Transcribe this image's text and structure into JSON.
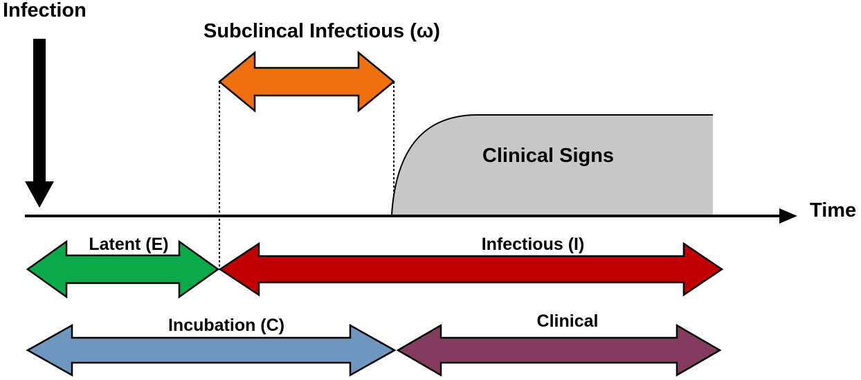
{
  "labels": {
    "infection": "Infection",
    "subclinical": "Subclincal Infectious (ω)",
    "clinical_signs": "Clinical Signs",
    "time": "Time",
    "latent": "Latent (E)",
    "infectious": "Infectious  (I)",
    "incubation": "Incubation (C)",
    "clinical": "Clinical"
  },
  "colors": {
    "subclinical_arrow": "#f07010",
    "latent_arrow": "#0aaa4a",
    "infectious_arrow": "#c00000",
    "incubation_arrow": "#6f96bf",
    "clinical_arrow": "#833c5e",
    "clinical_signs_fill": "#c8c8c8",
    "axis": "#000000"
  }
}
